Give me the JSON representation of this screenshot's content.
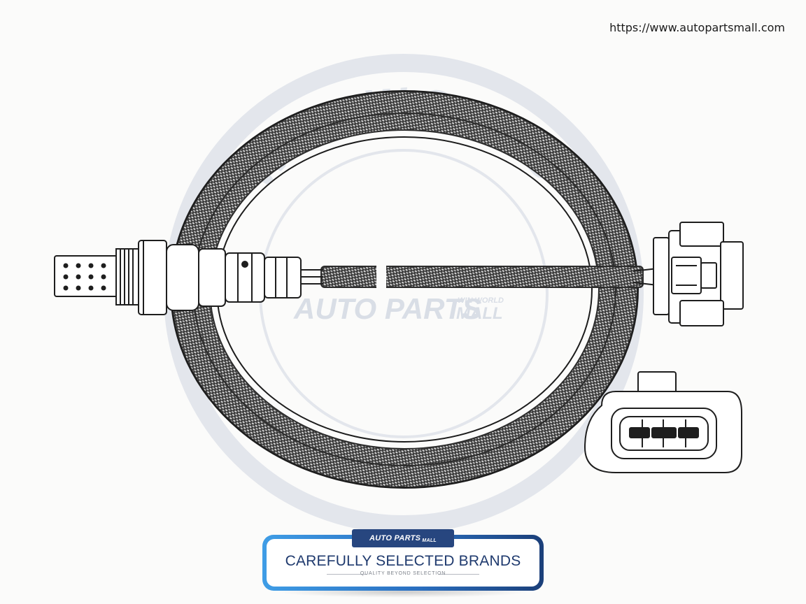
{
  "site_url": "https://www.autopartsmall.com",
  "watermark": {
    "ring_text": "WIN WORLD",
    "brand": "AUTO PARTS",
    "brand_small_top": "WIN WORLD",
    "brand_small_bottom": "MALL"
  },
  "badge": {
    "logo_text": "AUTO PARTS",
    "logo_small": "MALL",
    "title": "CAREFULLY SELECTED BRANDS",
    "subtitle": "QUALITY BEYOND SELECTION"
  },
  "colors": {
    "watermark": "#dfe3ea",
    "cable": "#3a3a3a",
    "badge_blue": "#2a6fc0",
    "badge_navy": "#1f3a6e"
  }
}
